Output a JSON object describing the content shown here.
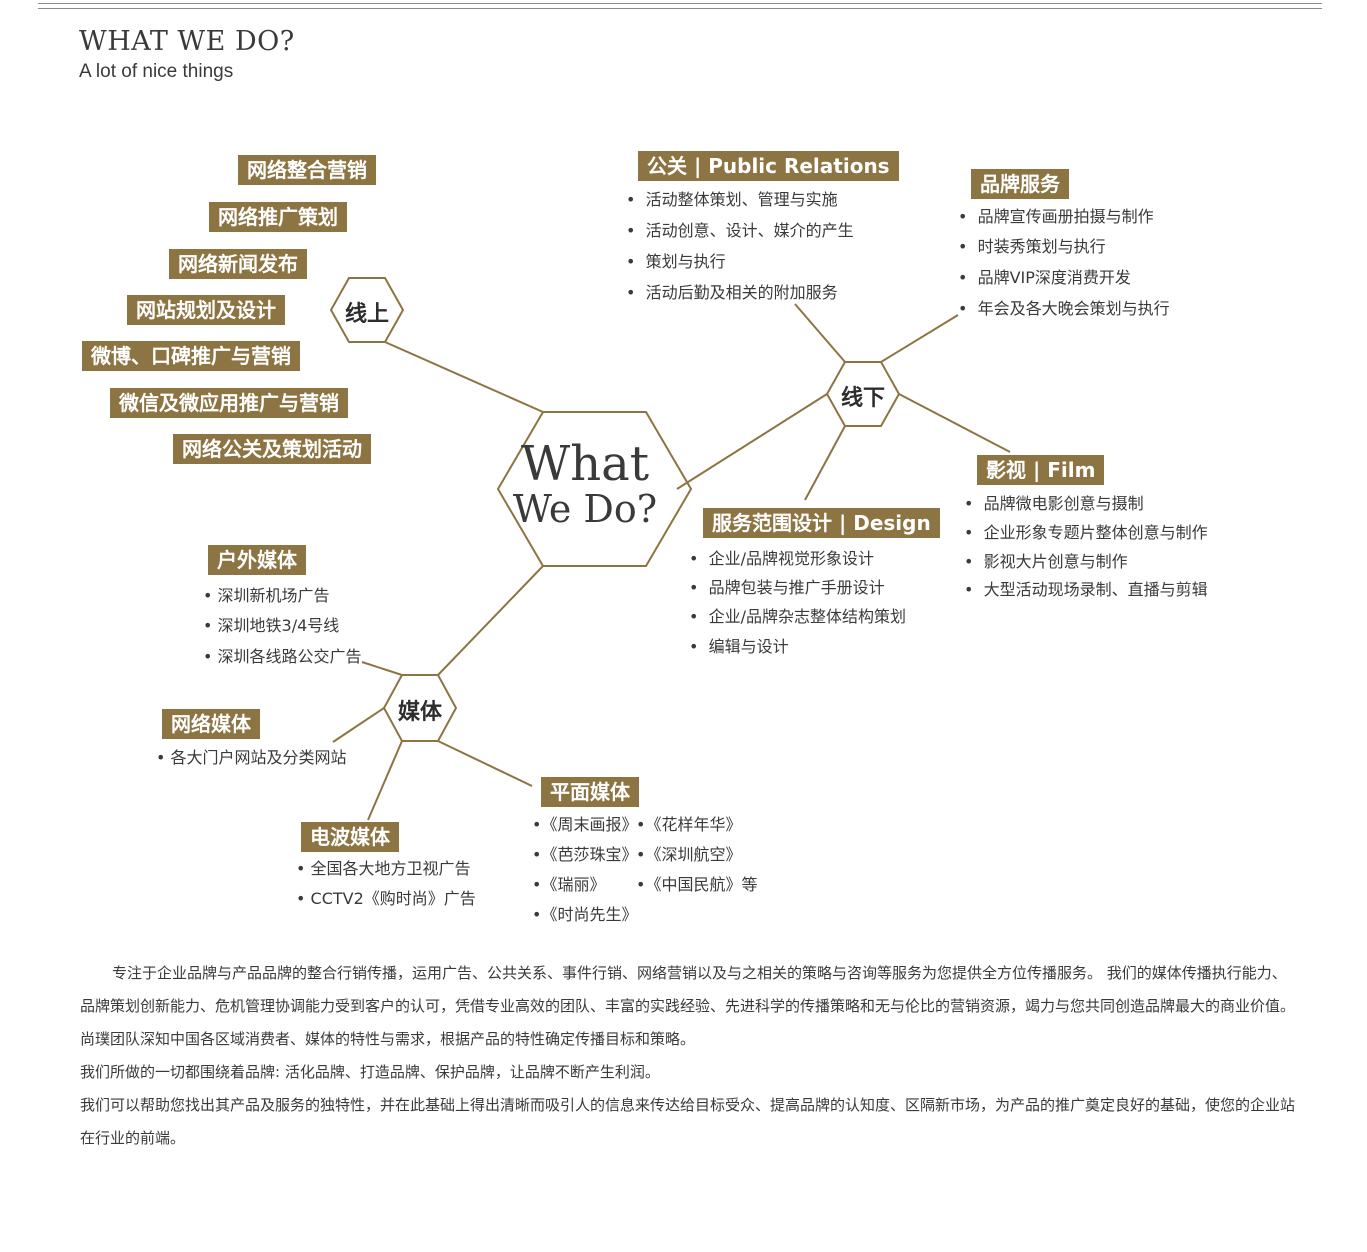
{
  "header": {
    "title": "WHAT  WE DO?",
    "subtitle": "A lot of nice things"
  },
  "center": {
    "line1": "What",
    "line2": "We Do?"
  },
  "hubs": {
    "online": "线上",
    "offline": "线下",
    "media": "媒体"
  },
  "online_tags": [
    "网络整合营销",
    "网络推广策划",
    "网络新闻发布",
    "网站规划及设计",
    "微博、口碑推广与营销",
    "微信及微应用推广与营销",
    "网络公关及策划活动"
  ],
  "pr": {
    "tag": "公关 | Public Relations",
    "items": [
      "活动整体策划、管理与实施",
      "活动创意、设计、媒介的产生",
      "策划与执行",
      "活动后勤及相关的附加服务"
    ]
  },
  "brand": {
    "tag": "品牌服务",
    "items": [
      "品牌宣传画册拍摄与制作",
      "时装秀策划与执行",
      "品牌VIP深度消费开发",
      "年会及各大晚会策划与执行"
    ]
  },
  "film": {
    "tag": "影视 | Film",
    "items": [
      "品牌微电影创意与摄制",
      "企业形象专题片整体创意与制作",
      "影视大片创意与制作",
      "大型活动现场录制、直播与剪辑"
    ]
  },
  "design": {
    "tag": "服务范围设计 | Design",
    "items": [
      "企业/品牌视觉形象设计",
      "品牌包装与推广手册设计",
      "企业/品牌杂志整体结构策划",
      "编辑与设计"
    ]
  },
  "outdoor": {
    "tag": "户外媒体",
    "items": [
      "深圳新机场广告",
      "深圳地铁3/4号线",
      "深圳各线路公交广告"
    ]
  },
  "webmedia": {
    "tag": "网络媒体",
    "items": [
      "各大门户网站及分类网站"
    ]
  },
  "tvmedia": {
    "tag": "电波媒体",
    "items": [
      "全国各大地方卫视广告",
      "CCTV2《购时尚》广告"
    ]
  },
  "print": {
    "tag": "平面媒体",
    "col1": [
      "《周末画报》",
      "《芭莎珠宝》",
      "《瑞丽》",
      "《时尚先生》"
    ],
    "col2": [
      "《花样年华》",
      "《深圳航空》",
      "《中国民航》等"
    ]
  },
  "bullet": "•",
  "paragraph": {
    "p1": "专注于企业品牌与产品品牌的整合行销传播，运用广告、公共关系、事件行销、网络营销以及与之相关的策略与咨询等服务为您提供全方位传播服务。 我们的媒体传播执行能力、品牌策划创新能力、危机管理协调能力受到客户的认可，凭借专业高效的团队、丰富的实践经验、先进科学的传播策略和无与伦比的营销资源，竭力与您共同创造品牌最大的商业价值。尚璞团队深知中国各区域消费者、媒体的特性与需求，根据产品的特性确定传播目标和策略。",
    "p2": "我们所做的一切都围绕着品牌: 活化品牌、打造品牌、保护品牌，让品牌不断产生利润。",
    "p3": "我们可以帮助您找出其产品及服务的独特性，并在此基础上得出清晰而吸引人的信息来传达给目标受众、提高品牌的认知度、区隔新市场，为产品的推广奠定良好的基础，使您的企业站在行业的前端。"
  },
  "colors": {
    "tag_bg": "#8c7443",
    "line": "#8c7443",
    "text": "#3a3a3a"
  }
}
